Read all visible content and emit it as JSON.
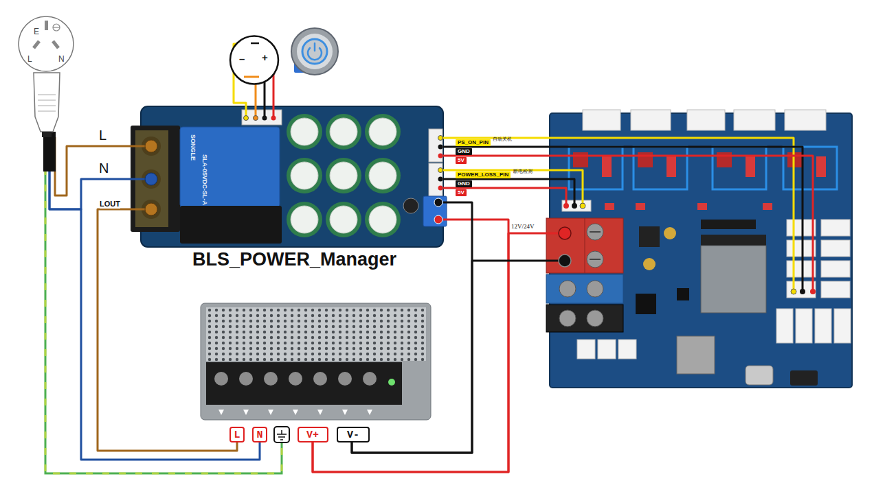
{
  "diagram": {
    "nodes": [
      {
        "text": [
          "E",
          "L",
          "N"
        ]
      },
      {
        "text": [
          "–",
          "+"
        ]
      },
      {
        "text": [
          "BLS_POWER_Manager"
        ]
      },
      {
        "text": [
          "12V/24V"
        ]
      },
      {
        "text": [
          "L"
        ]
      },
      {
        "text": [
          "N"
        ]
      },
      {
        "text": [
          "V+"
        ]
      },
      {
        "text": [
          "V-"
        ]
      }
    ],
    "edges": [
      {
        "from": 0,
        "to": 2,
        "label": "L",
        "arrow": "none"
      },
      {
        "from": 0,
        "to": 2,
        "label": "N",
        "arrow": "none"
      },
      {
        "from": 0,
        "to": 5,
        "arrow": "none"
      },
      {
        "from": 2,
        "to": 4,
        "label": "LOUT",
        "arrow": "none"
      },
      {
        "from": 6,
        "to": 2,
        "arrow": "none"
      },
      {
        "from": 6,
        "to": 3,
        "arrow": "none"
      },
      {
        "from": 7,
        "to": 2,
        "arrow": "none"
      },
      {
        "from": 7,
        "to": 3,
        "arrow": "none"
      },
      {
        "from": 1,
        "to": 2,
        "arrow": "none"
      },
      {
        "from": 2,
        "to": 3,
        "label": "PS_ON_PIN",
        "arrow": "none"
      },
      {
        "from": 2,
        "to": 3,
        "label": "GND",
        "arrow": "none"
      },
      {
        "from": 2,
        "to": 3,
        "label": "5V",
        "arrow": "none"
      },
      {
        "from": 2,
        "to": 3,
        "label": "POWER_LOSS_PIN",
        "arrow": "none"
      },
      {
        "from": 2,
        "to": 3,
        "label": "GND",
        "arrow": "none"
      },
      {
        "from": 2,
        "to": 3,
        "label": "5V",
        "arrow": "none"
      }
    ],
    "labels": [
      "自动关机",
      "断电检测",
      "SONGLE",
      "SLA-05VDC-SL-A"
    ]
  }
}
